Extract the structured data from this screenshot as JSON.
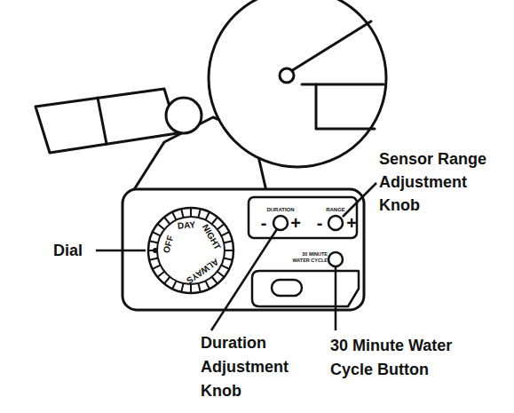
{
  "diagram": {
    "labels": [
      "Sensor Range Adjustment Knob",
      "Dial",
      "DURATION",
      "RANGE",
      "-",
      "+",
      "-",
      "+",
      "30 MINUTE WATER CYCLE",
      "DAY",
      "NIGHT",
      "ALWAYS",
      "OFF",
      "Duration Adjustment Knob",
      "30 Minute Water Cycle Button"
    ]
  }
}
